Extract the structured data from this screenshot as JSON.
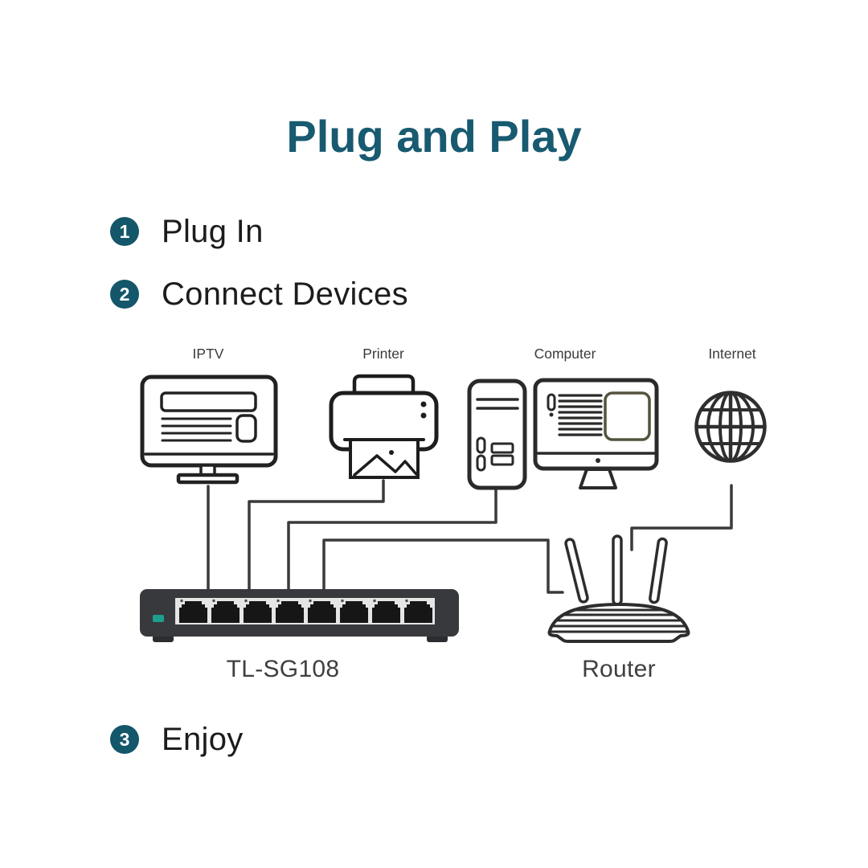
{
  "title": "Plug and Play",
  "steps": [
    {
      "number": "1",
      "label": "Plug In"
    },
    {
      "number": "2",
      "label": "Connect Devices"
    },
    {
      "number": "3",
      "label": "Enjoy"
    }
  ],
  "diagram": {
    "devices": [
      {
        "id": "iptv",
        "label": "IPTV"
      },
      {
        "id": "printer",
        "label": "Printer"
      },
      {
        "id": "computer",
        "label": "Computer"
      },
      {
        "id": "internet",
        "label": "Internet"
      }
    ],
    "switch": {
      "model": "TL-SG108",
      "ports": 8
    },
    "router": {
      "label": "Router"
    },
    "connections": [
      {
        "from": "IPTV",
        "to": "TL-SG108"
      },
      {
        "from": "Printer",
        "to": "TL-SG108"
      },
      {
        "from": "Computer",
        "to": "TL-SG108"
      },
      {
        "from": "TL-SG108",
        "to": "Router"
      },
      {
        "from": "Internet",
        "to": "Router"
      }
    ]
  },
  "colors": {
    "accent_teal": "#185a70",
    "step_badge": "#14566a",
    "connection_line": "#3a3a3a",
    "switch_body": "#38393d",
    "switch_panel": "#e5e5e6",
    "switch_led": "#1e9e8f"
  }
}
